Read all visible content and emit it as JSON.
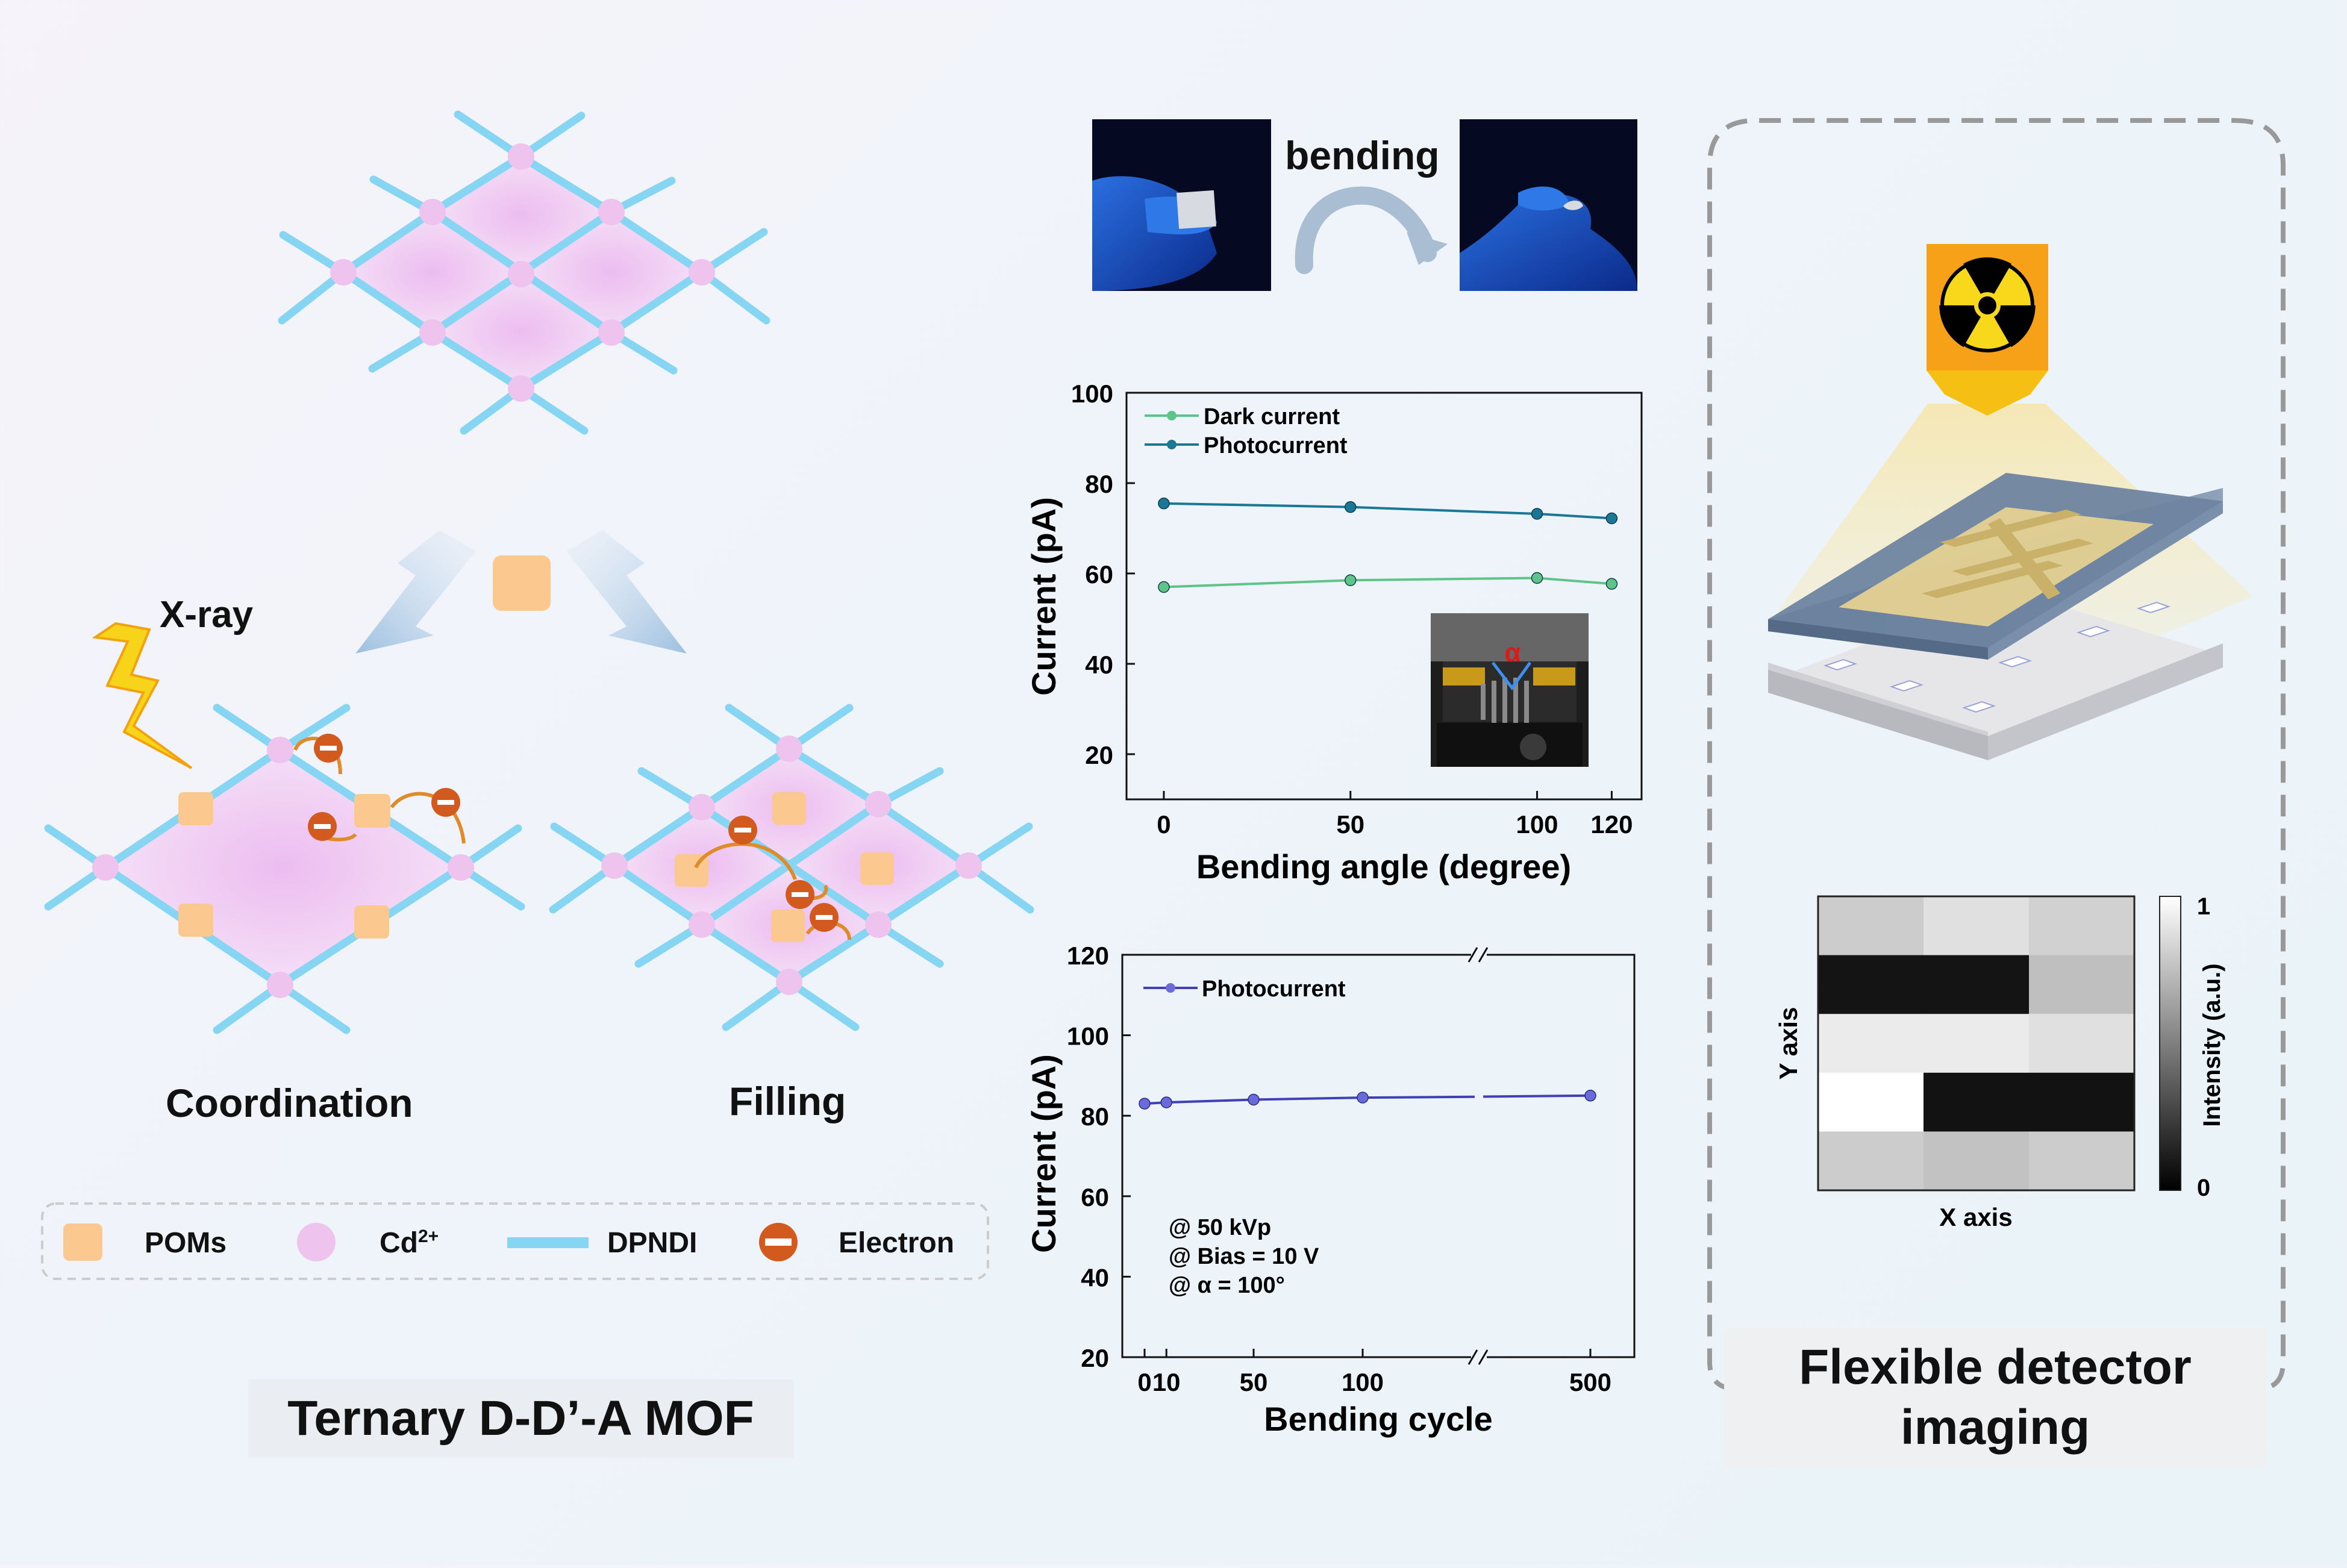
{
  "mof": {
    "xray_label": "X-ray",
    "coordination_label": "Coordination",
    "filling_label": "Filling",
    "title": "Ternary D-D’-A MOF",
    "legend": [
      {
        "icon": "pom-square",
        "label": "POMs"
      },
      {
        "icon": "cd-circle",
        "label": "Cd",
        "sup": "2+"
      },
      {
        "icon": "dpndi-line",
        "label": "DPNDI"
      },
      {
        "icon": "electron-minus",
        "label": "Electron"
      }
    ]
  },
  "bending": {
    "label": "bending"
  },
  "chart_angle": {
    "chart_data": {
      "type": "line",
      "xlabel": "Bending angle (degree)",
      "ylabel": "Current (pA)",
      "xlim": [
        -10,
        128
      ],
      "ylim": [
        10,
        100
      ],
      "xticks": [
        0,
        50,
        100,
        120
      ],
      "yticks": [
        20,
        40,
        60,
        80,
        100
      ],
      "legend_position": "top-left",
      "series": [
        {
          "name": "Dark current",
          "color": "#5fc48a",
          "x": [
            0,
            50,
            100,
            120
          ],
          "y": [
            57,
            58.5,
            59,
            57.7
          ]
        },
        {
          "name": "Photocurrent",
          "color": "#1a7896",
          "x": [
            0,
            50,
            100,
            120
          ],
          "y": [
            75.5,
            74.7,
            73.2,
            72.2
          ]
        }
      ],
      "inset_label": "α"
    }
  },
  "chart_cycle": {
    "chart_data": {
      "type": "line",
      "xlabel": "Bending cycle",
      "ylabel": "Current (pA)",
      "ylim": [
        20,
        120
      ],
      "yticks": [
        20,
        40,
        60,
        80,
        100,
        120
      ],
      "xtick_labels": [
        "0",
        "10",
        "50",
        "100",
        "500"
      ],
      "x_axis_break": true,
      "legend_position": "top-left",
      "series": [
        {
          "name": "Photocurrent",
          "color": "#4040b8",
          "x": [
            0,
            10,
            50,
            100,
            500
          ],
          "y": [
            83,
            83.3,
            84,
            84.5,
            85
          ]
        }
      ],
      "annotations": [
        "@ 50 kVp",
        "@ Bias = 10 V",
        "@ α = 100°"
      ]
    }
  },
  "detector": {
    "title_line1": "Flexible detector",
    "title_line2": "imaging"
  },
  "heatmap": {
    "chart_data": {
      "type": "heatmap",
      "xlabel": "X axis",
      "ylabel": "Y axis",
      "colorbar_label": "Intensity (a.u.)",
      "colorbar_ticks": [
        "1",
        "0"
      ],
      "values": [
        [
          0.8,
          0.88,
          0.82
        ],
        [
          0.08,
          0.08,
          0.75
        ],
        [
          0.92,
          0.92,
          0.88
        ],
        [
          1.0,
          0.07,
          0.07
        ],
        [
          0.8,
          0.76,
          0.8
        ]
      ]
    }
  }
}
